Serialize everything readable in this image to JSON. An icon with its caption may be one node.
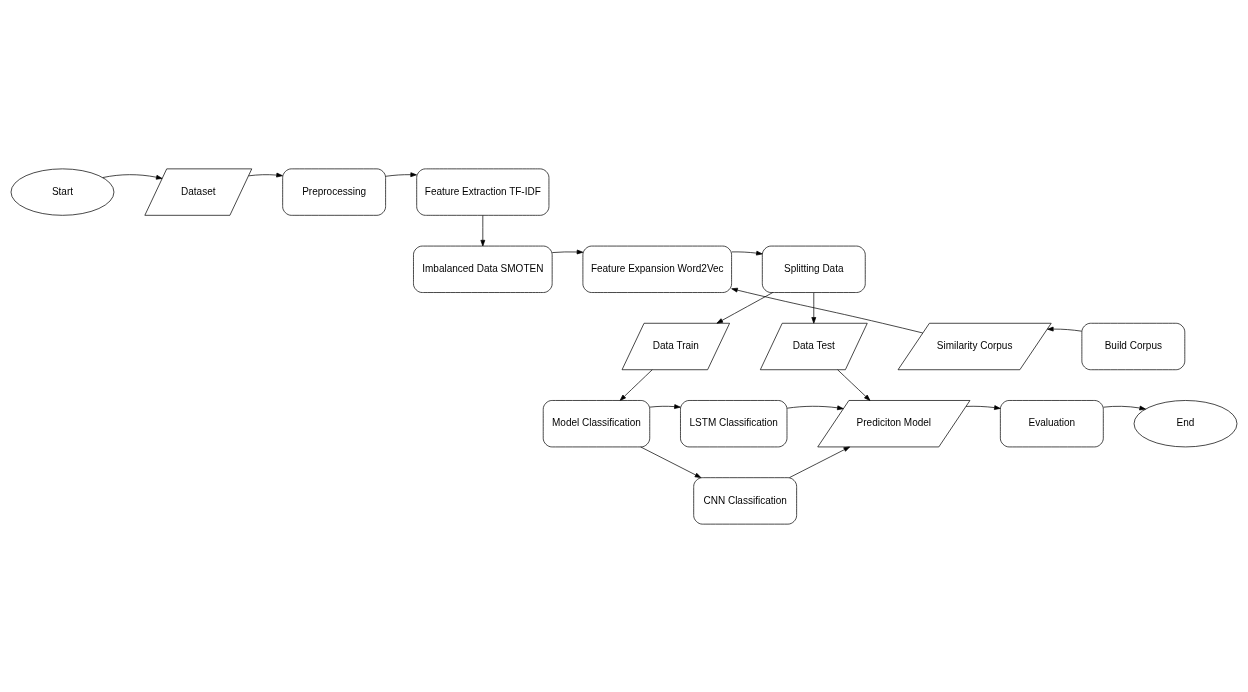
{
  "diagram": {
    "nodes": [
      {
        "text": [
          "Start"
        ]
      },
      {
        "text": [
          "Dataset"
        ]
      },
      {
        "text": [
          "Preprocessing"
        ]
      },
      {
        "text": [
          "Feature Extraction TF-IDF"
        ]
      },
      {
        "text": [
          "Imbalanced Data SMOTEN"
        ]
      },
      {
        "text": [
          "Feature Expansion Word2Vec"
        ]
      },
      {
        "text": [
          "Splitting Data"
        ]
      },
      {
        "text": [
          "Similarity Corpus"
        ]
      },
      {
        "text": [
          "Build Corpus"
        ]
      },
      {
        "text": [
          "Data Train"
        ]
      },
      {
        "text": [
          "Data Test"
        ]
      },
      {
        "text": [
          "Model Classification"
        ]
      },
      {
        "text": [
          "LSTM Classification"
        ]
      },
      {
        "text": [
          "CNN Classification"
        ]
      },
      {
        "text": [
          "Prediciton Model"
        ]
      },
      {
        "text": [
          "Evaluation"
        ]
      },
      {
        "text": [
          "End"
        ]
      }
    ],
    "edges": [
      {
        "from": 0,
        "to": 1,
        "arrow": "to"
      },
      {
        "from": 1,
        "to": 2,
        "arrow": "to"
      },
      {
        "from": 2,
        "to": 3,
        "arrow": "to"
      },
      {
        "from": 3,
        "to": 4,
        "arrow": "to"
      },
      {
        "from": 4,
        "to": 5,
        "arrow": "to"
      },
      {
        "from": 5,
        "to": 6,
        "arrow": "to"
      },
      {
        "from": 6,
        "to": 9,
        "arrow": "to"
      },
      {
        "from": 6,
        "to": 10,
        "arrow": "to"
      },
      {
        "from": 8,
        "to": 7,
        "arrow": "to"
      },
      {
        "from": 7,
        "to": 5,
        "arrow": "to"
      },
      {
        "from": 9,
        "to": 11,
        "arrow": "to"
      },
      {
        "from": 11,
        "to": 12,
        "arrow": "to"
      },
      {
        "from": 11,
        "to": 13,
        "arrow": "to"
      },
      {
        "from": 12,
        "to": 14,
        "arrow": "to"
      },
      {
        "from": 13,
        "to": 14,
        "arrow": "to"
      },
      {
        "from": 10,
        "to": 14,
        "arrow": "to"
      },
      {
        "from": 14,
        "to": 15,
        "arrow": "to"
      },
      {
        "from": 15,
        "to": 16,
        "arrow": "to"
      }
    ]
  }
}
